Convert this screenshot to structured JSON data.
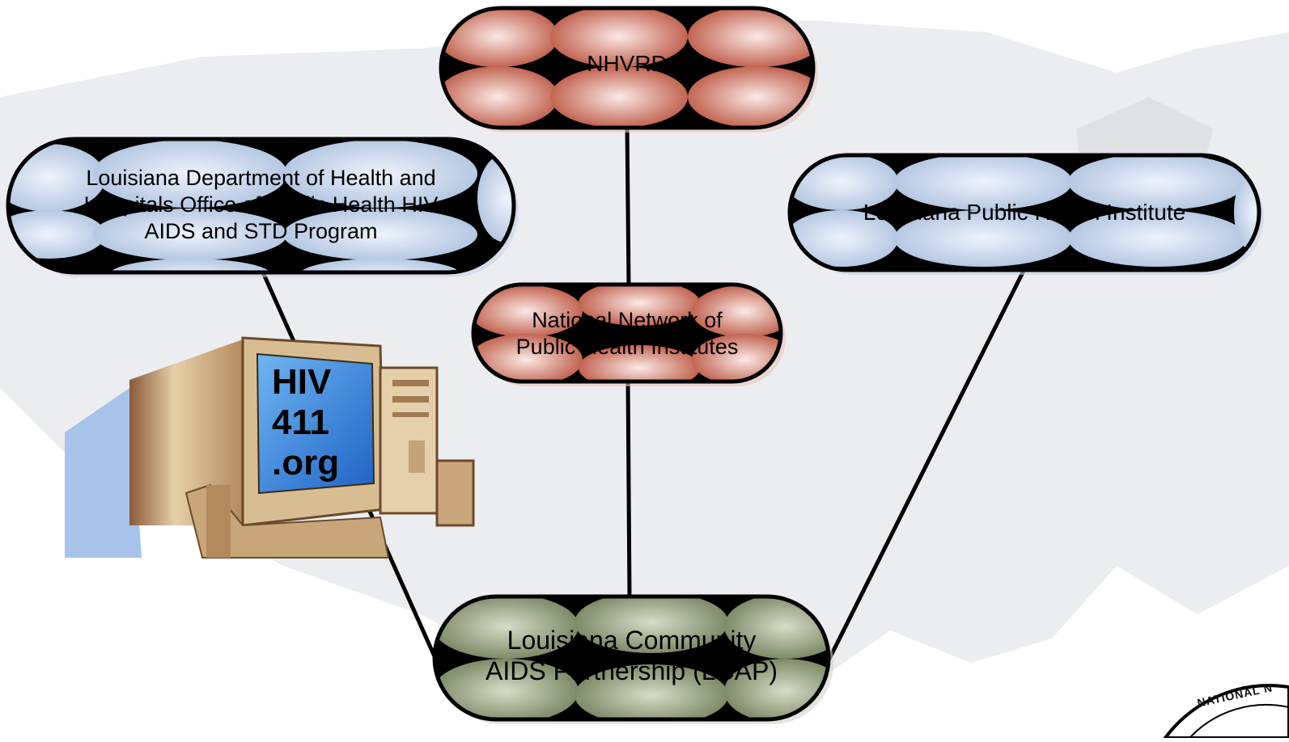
{
  "colors": {
    "red_node": "#c26553",
    "red_bubble": "#f3d6cf",
    "blue_node": "#b6c8e2",
    "blue_bubble": "#e6eef9",
    "green_node": "#7e8a68",
    "green_bubble": "#c9cfb8",
    "outline": "#000000",
    "map_background": "#e7e8ec",
    "screen": "#2a7fd8",
    "computer_case": "#d7b98f"
  },
  "nodes": {
    "nhvrd": {
      "label_lines": [
        "NHVRD"
      ]
    },
    "la_dhh": {
      "label_lines": [
        "Louisiana Department of Health and",
        "Hospitals Office of Public Health HIV",
        "AIDS and STD Program"
      ]
    },
    "la_phi": {
      "label_lines": [
        "Louisiana Public Health Institute"
      ]
    },
    "nnphi": {
      "label_lines": [
        "National Network of",
        "Public Health Institutes"
      ]
    },
    "lcap": {
      "label_lines": [
        "Louisiana Community",
        "AIDS Partnership (LCAP)"
      ]
    }
  },
  "computer": {
    "icon": "desktop-computer-icon",
    "screen_lines": [
      "HIV",
      "411",
      ".org"
    ]
  },
  "seal": {
    "icon": "seal-icon",
    "text": "NATIONAL N"
  }
}
